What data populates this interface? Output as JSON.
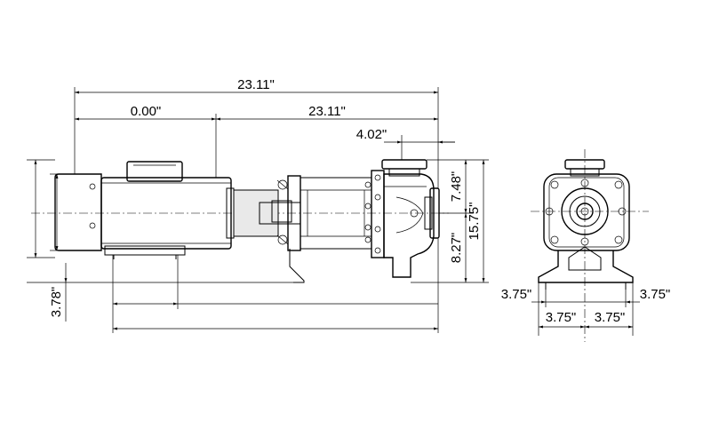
{
  "dimensions": {
    "overall_length": "23.11\"",
    "motor_section": "0.00\"",
    "pump_section": "23.11\"",
    "suction_offset": "4.02\"",
    "discharge_height": "7.48\"",
    "overall_height": "15.75\"",
    "shaft_height": "8.27\"",
    "base_height": "3.78\"",
    "end_left_outer": "3.75\"",
    "end_right_outer": "3.75\"",
    "end_left_inner": "3.75\"",
    "end_right_inner": "3.75\""
  }
}
